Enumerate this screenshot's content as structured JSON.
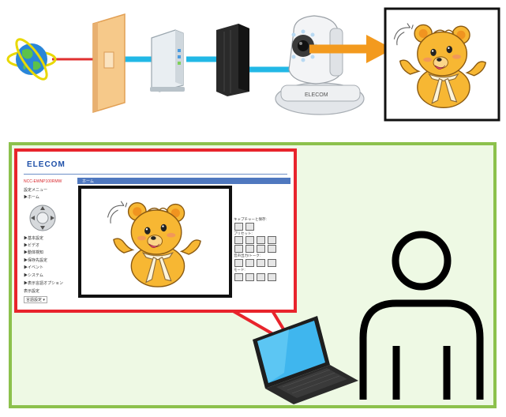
{
  "network_chain": {
    "globe_icon": "globe-icon",
    "outlet_icon": "wall-outlet-icon",
    "router_icon": "router-icon",
    "switch_icon": "network-switch-icon",
    "camera_icon": "network-camera-icon",
    "camera_brand": "ELECOM",
    "line_colors": {
      "internet": "#e03030",
      "lan": "#22b8e6",
      "stream": "#f39a1e"
    }
  },
  "camera_view_icon": "teddy-bear-icon",
  "viewer_panel": {
    "background": "#eef9e4",
    "border_color": "#8cc14c",
    "browser": {
      "brand": "ELECOM",
      "model": "NCC-EWNP100RMW",
      "menu_title": "設定メニュー",
      "menu_items": [
        "▶ホーム",
        "▶基本設定",
        "▶ビデオ",
        "▶動体検知",
        "▶保存先設定",
        "▶イベント",
        "▶システム",
        "▶表示言語オプション",
        "表示設定",
        "言語設定 ▾"
      ],
      "tab_label": "ホーム",
      "right_sections": [
        "キャプチャーと保存:",
        "プリセット:",
        "音声出力/トーク:",
        "モード:"
      ],
      "callout_border": "#e8242c",
      "video_border": "#111111"
    },
    "laptop_icon": "laptop-icon",
    "user_icon": "user-icon"
  }
}
